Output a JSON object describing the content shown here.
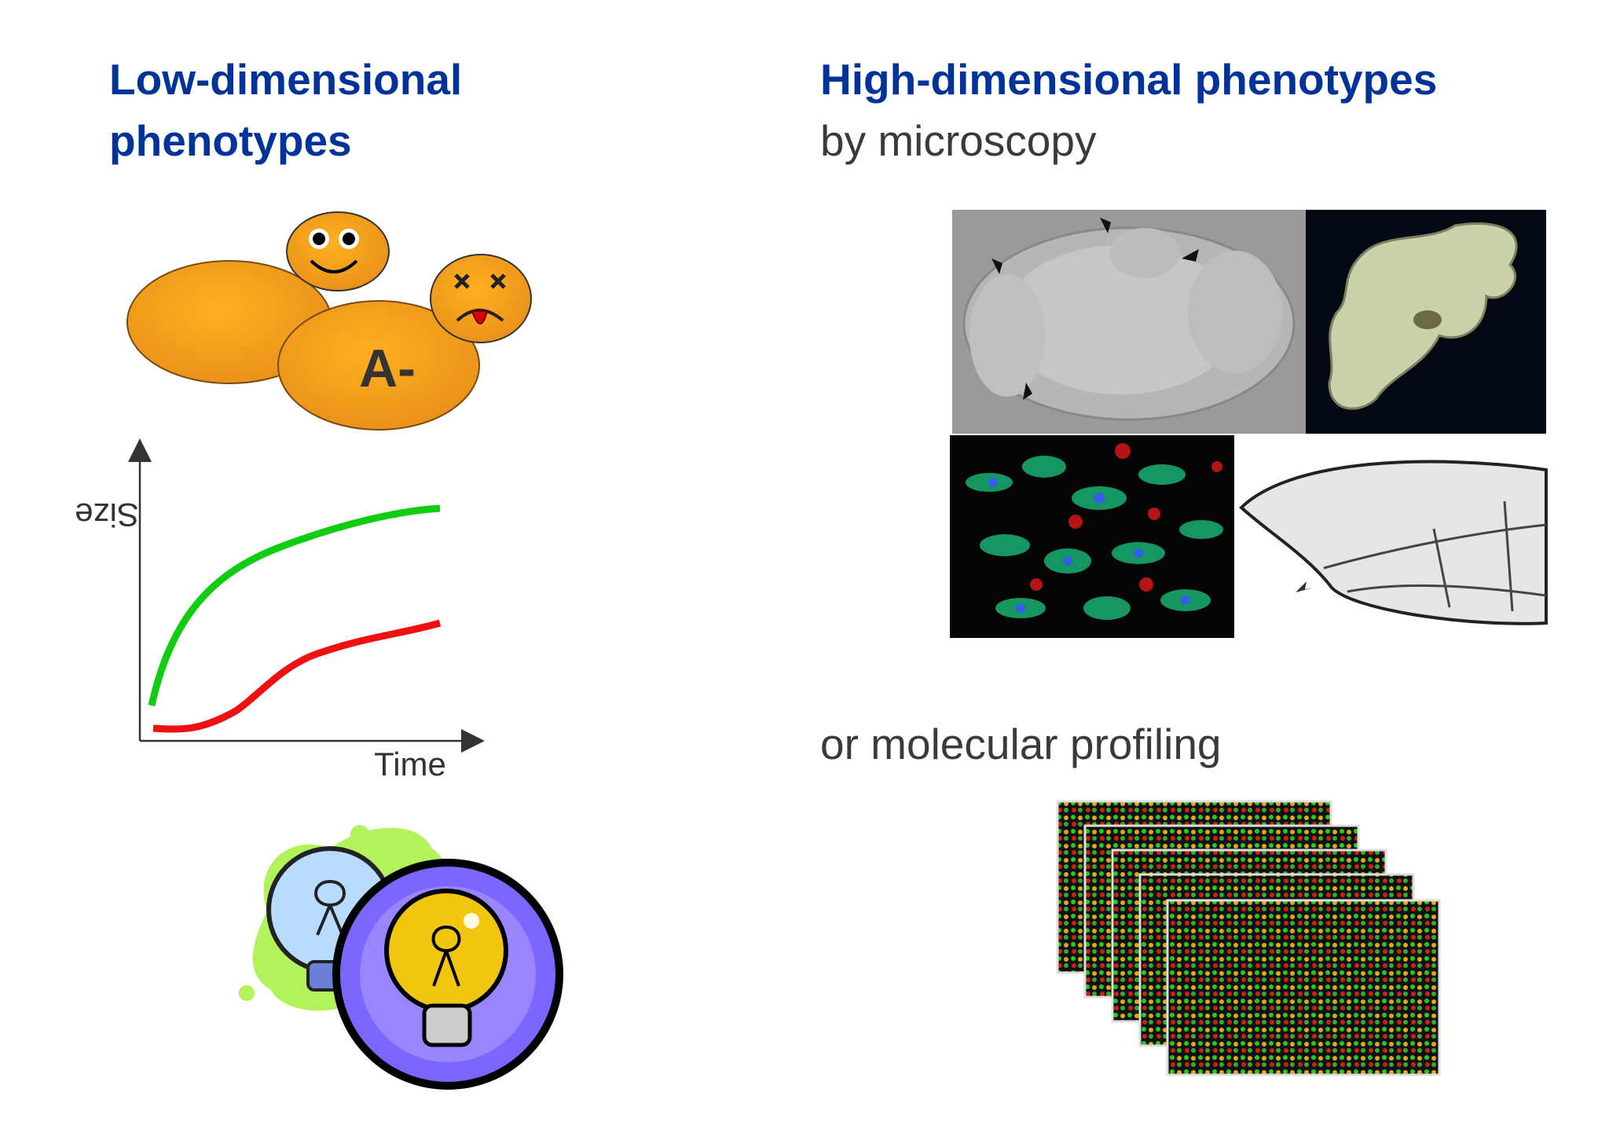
{
  "left": {
    "title": "Low-dimensional phenotypes",
    "cell_label": "A-",
    "plot": {
      "ylabel": "Size",
      "xlabel": "Time"
    }
  },
  "right": {
    "title": "High-dimensional phenotypes",
    "subtitle": "by microscopy",
    "molecular_label": "or molecular profiling"
  },
  "colors": {
    "title_blue": "#003399",
    "text_gray": "#3a3a3a",
    "cell_orange": "#f0a020",
    "curve_green": "#11cc11",
    "curve_red": "#ee1111"
  }
}
